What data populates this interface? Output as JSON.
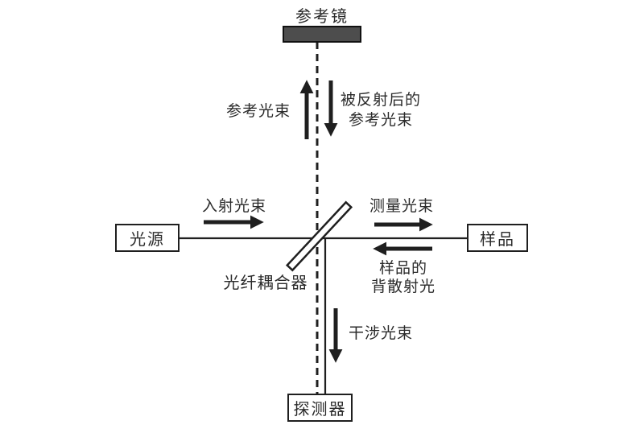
{
  "diagram": {
    "type": "optical-interferometer-schematic",
    "nodes": {
      "reference_mirror": "参考镜",
      "light_source": "光源",
      "sample": "样品",
      "detector": "探测器",
      "fiber_coupler": "光纤耦合器"
    },
    "beam_labels": {
      "reference": "参考光束",
      "reflected_reference": "被反射后的\n参考光束",
      "incident": "入射光束",
      "measurement": "测量光束",
      "backscattered": "样品的\n背散射光",
      "interference": "干涉光束"
    },
    "colors": {
      "line": "#1f1f1f",
      "mirror_fill": "#4d4d4d",
      "background": "#ffffff",
      "text": "#2b2b2b"
    }
  }
}
